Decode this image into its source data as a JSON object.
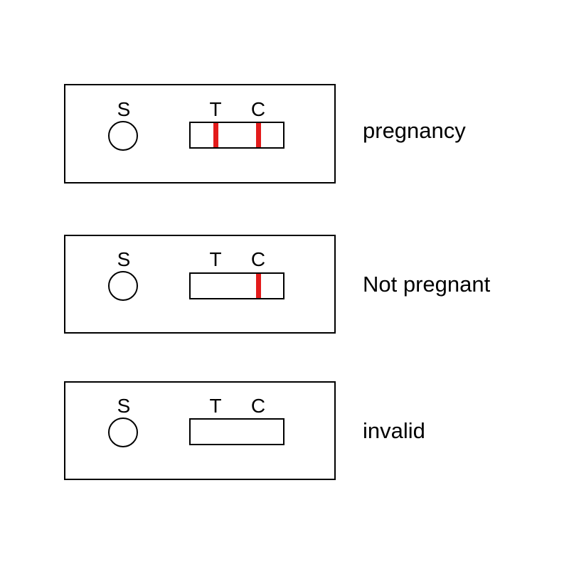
{
  "line_color": "#e31b1b",
  "border_color": "#000000",
  "results": [
    {
      "sample_label": "S",
      "test_label": "T",
      "control_label": "C",
      "test_line_present": true,
      "control_line_present": true,
      "result_text": "pregnancy"
    },
    {
      "sample_label": "S",
      "test_label": "T",
      "control_label": "C",
      "test_line_present": false,
      "control_line_present": true,
      "result_text": "Not pregnant"
    },
    {
      "sample_label": "S",
      "test_label": "T",
      "control_label": "C",
      "test_line_present": false,
      "control_line_present": false,
      "result_text": "invalid"
    }
  ]
}
